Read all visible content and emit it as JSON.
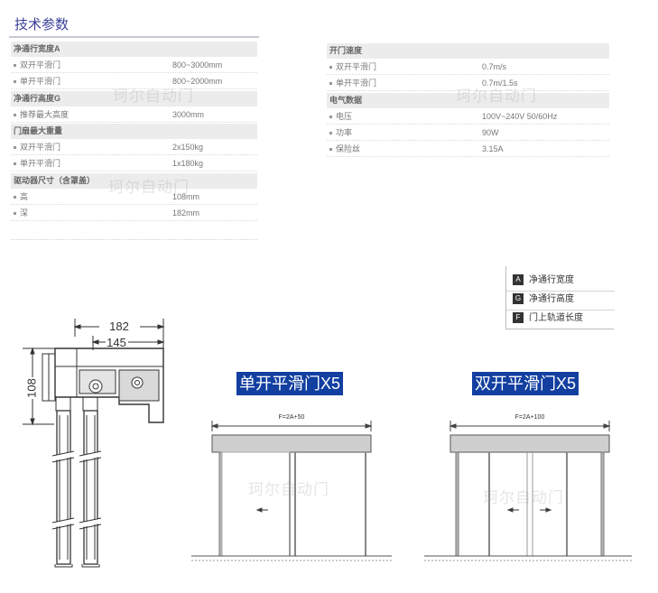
{
  "title": "技术参数",
  "left_table": {
    "rows": [
      {
        "type": "section",
        "name": "净通行宽度A",
        "value": ""
      },
      {
        "type": "item",
        "name": "双开平滑门",
        "value": "800~3000mm"
      },
      {
        "type": "item",
        "name": "单开平滑门",
        "value": "800~2000mm"
      },
      {
        "type": "section",
        "name": "净通行高度G",
        "value": ""
      },
      {
        "type": "item",
        "name": "推荐最大高度",
        "value": "3000mm"
      },
      {
        "type": "section",
        "name": "门扇最大重量",
        "value": ""
      },
      {
        "type": "item",
        "name": "双开平滑门",
        "value": "2x150kg"
      },
      {
        "type": "item",
        "name": "单开平滑门",
        "value": "1x180kg"
      },
      {
        "type": "section",
        "name": "驱动器尺寸（含罩盖）",
        "value": ""
      },
      {
        "type": "item",
        "name": "高",
        "value": "108mm"
      },
      {
        "type": "item",
        "name": "深",
        "value": "182mm"
      }
    ]
  },
  "right_table": {
    "rows": [
      {
        "type": "section",
        "name": "开门速度",
        "value": ""
      },
      {
        "type": "item",
        "name": "双开平滑门",
        "value": "0.7m/s"
      },
      {
        "type": "item",
        "name": "单开平滑门",
        "value": "0.7m/1.5s"
      },
      {
        "type": "section",
        "name": "电气数据",
        "value": ""
      },
      {
        "type": "item",
        "name": "电压",
        "value": "100V~240V 50/60Hz"
      },
      {
        "type": "item",
        "name": "功率",
        "value": "90W"
      },
      {
        "type": "item",
        "name": "保险丝",
        "value": "3.15A"
      }
    ]
  },
  "watermark": "珂尔自动门",
  "legend": [
    {
      "key": "A",
      "label": "净通行宽度"
    },
    {
      "key": "G",
      "label": "净通行高度"
    },
    {
      "key": "F",
      "label": "门上轨道长度"
    }
  ],
  "profile": {
    "dim_width_total": "182",
    "dim_width_inner": "145",
    "dim_height": "108"
  },
  "single_door": {
    "title": "单开平滑门X5",
    "formula": "F=2A+50"
  },
  "double_door": {
    "title": "双开平滑门X5",
    "formula": "F=2A+100"
  },
  "colors": {
    "title": "#3b3f99",
    "door_title_bg": "#123fa0",
    "section_bg": "#ececec"
  }
}
